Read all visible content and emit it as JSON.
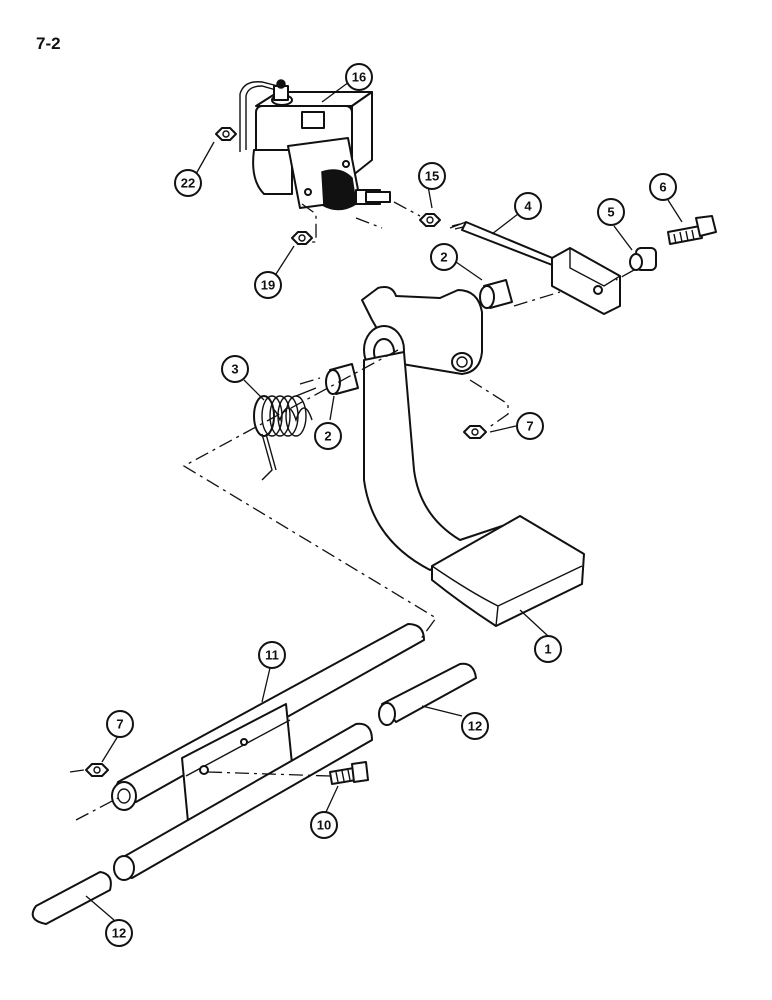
{
  "page_label": "7-2",
  "callouts": [
    {
      "id": "c16",
      "label": "16",
      "part": "master-cylinder"
    },
    {
      "id": "c22",
      "label": "22",
      "part": "fitting-nut"
    },
    {
      "id": "c19",
      "label": "19",
      "part": "nut"
    },
    {
      "id": "c15",
      "label": "15",
      "part": "nut"
    },
    {
      "id": "c4",
      "label": "4",
      "part": "push-rod"
    },
    {
      "id": "c5",
      "label": "5",
      "part": "bushing"
    },
    {
      "id": "c6",
      "label": "6",
      "part": "bolt"
    },
    {
      "id": "c2a",
      "label": "2",
      "part": "bushing"
    },
    {
      "id": "c3",
      "label": "3",
      "part": "return-spring"
    },
    {
      "id": "c2b",
      "label": "2",
      "part": "bushing"
    },
    {
      "id": "c7a",
      "label": "7",
      "part": "nut"
    },
    {
      "id": "c1",
      "label": "1",
      "part": "brake-pedal"
    },
    {
      "id": "c11",
      "label": "11",
      "part": "pedal-shaft"
    },
    {
      "id": "c12a",
      "label": "12",
      "part": "sleeve"
    },
    {
      "id": "c7b",
      "label": "7",
      "part": "nut"
    },
    {
      "id": "c10",
      "label": "10",
      "part": "bolt"
    },
    {
      "id": "c12b",
      "label": "12",
      "part": "sleeve"
    }
  ]
}
